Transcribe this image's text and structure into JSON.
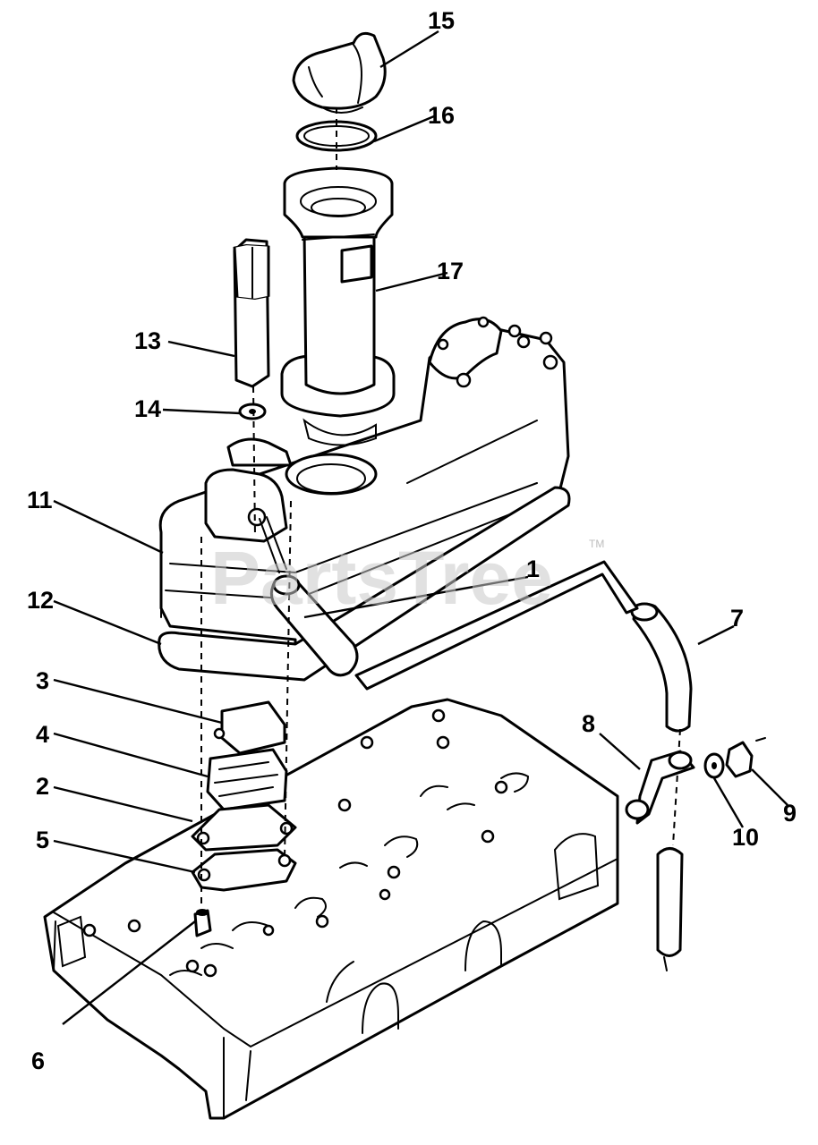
{
  "watermark": {
    "text": "PartsTree",
    "trademark": "TM"
  },
  "callouts": {
    "c1": "1",
    "c2": "2",
    "c3": "3",
    "c4": "4",
    "c5": "5",
    "c6": "6",
    "c7": "7",
    "c8": "8",
    "c9": "9",
    "c10": "10",
    "c11": "11",
    "c12": "12",
    "c13": "13",
    "c14": "14",
    "c15": "15",
    "c16": "16",
    "c17": "17"
  },
  "colors": {
    "line": "#000000",
    "background": "#ffffff",
    "watermark": "#c9c9c9"
  }
}
